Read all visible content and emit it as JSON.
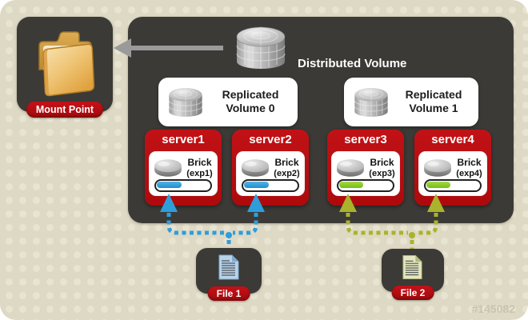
{
  "watermark": "#145082",
  "mount_point": {
    "label": "Mount Point",
    "icon": "folder-icon"
  },
  "distributed_volume": {
    "title": "Distributed Volume",
    "icon": "cylinder-icon"
  },
  "replicated_volumes": [
    {
      "line1": "Replicated",
      "line2": "Volume 0",
      "icon": "cylinder-icon"
    },
    {
      "line1": "Replicated",
      "line2": "Volume 1",
      "icon": "cylinder-icon"
    }
  ],
  "servers": [
    {
      "name": "server1",
      "brick_label": "Brick",
      "brick_export": "(exp1)",
      "fill_percent": 45,
      "fill_color": "blue"
    },
    {
      "name": "server2",
      "brick_label": "Brick",
      "brick_export": "(exp2)",
      "fill_percent": 46,
      "fill_color": "blue"
    },
    {
      "name": "server3",
      "brick_label": "Brick",
      "brick_export": "(exp3)",
      "fill_percent": 44,
      "fill_color": "green"
    },
    {
      "name": "server4",
      "brick_label": "Brick",
      "brick_export": "(exp4)",
      "fill_percent": 44,
      "fill_color": "green"
    }
  ],
  "files": [
    {
      "label": "File 1",
      "icon": "document-icon",
      "replicates_to": [
        "server1",
        "server2"
      ],
      "arrow_color": "#2e9edb"
    },
    {
      "label": "File 2",
      "icon": "document-icon",
      "replicates_to": [
        "server3",
        "server4"
      ],
      "arrow_color": "#a9b32b"
    }
  ],
  "colors": {
    "panel_bg": "#ded9c4",
    "panel_dot": "#e8e4d2",
    "dark_box": "#3b3a36",
    "red": "#b80f10",
    "blue": "#2e9edb",
    "olive": "#a9b32b",
    "green_fill": "#86c922",
    "arrow_gray": "#9a9a9a"
  }
}
